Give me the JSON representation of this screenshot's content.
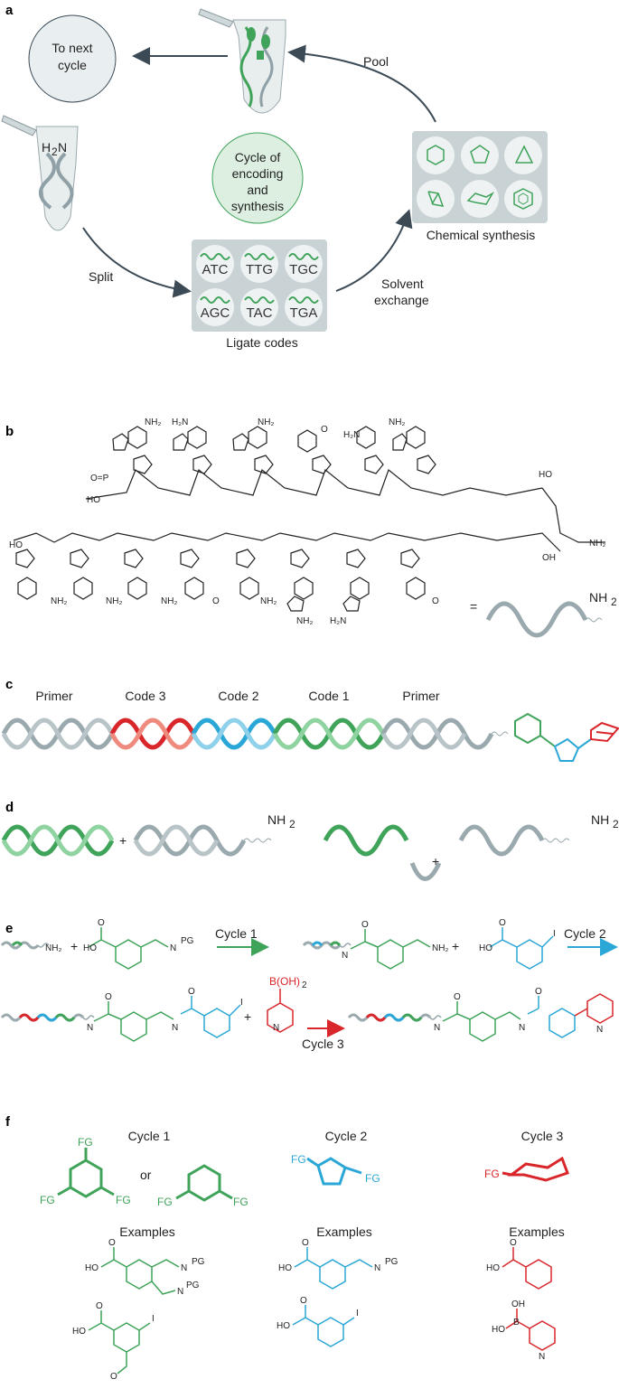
{
  "panels": {
    "a": "a",
    "b": "b",
    "c": "c",
    "d": "d",
    "e": "e",
    "f": "f"
  },
  "panel_a": {
    "next_cycle_line1": "To next",
    "next_cycle_line2": "cycle",
    "center_line1": "Cycle of",
    "center_line2": "encoding",
    "center_line3": "and",
    "center_line4": "synthesis",
    "pool": "Pool",
    "split": "Split",
    "solvent_line1": "Solvent",
    "solvent_line2": "exchange",
    "chemical_synthesis": "Chemical synthesis",
    "ligate_codes": "Ligate codes",
    "tube_label": "H",
    "tube_label_sub": "2",
    "tube_label_n": "N",
    "codes": [
      "ATC",
      "TTG",
      "TGC",
      "AGC",
      "TAC",
      "TGA"
    ]
  },
  "panel_b": {
    "equals": "=",
    "nh2": "NH",
    "nh2_sub": "2"
  },
  "panel_c": {
    "segments": [
      "Primer",
      "Code 3",
      "Code 2",
      "Code 1",
      "Primer"
    ]
  },
  "panel_d": {
    "plus": "+",
    "nh2": "NH",
    "nh2_sub": "2"
  },
  "panel_e": {
    "cycle1": "Cycle 1",
    "cycle2": "Cycle 2",
    "cycle3": "Cycle 3",
    "plus": "+",
    "boronic": "B(OH)",
    "boronic_sub": "2"
  },
  "panel_f": {
    "cycle1": "Cycle 1",
    "cycle2": "Cycle 2",
    "cycle3": "Cycle 3",
    "or": "or",
    "examples": "Examples",
    "fg": "FG",
    "pg": "PG"
  },
  "colors": {
    "green": "#3fa35a",
    "blue": "#2aa7d6",
    "red": "#d9262b",
    "grey": "#9aa9ae",
    "tray": "#c9d2d4",
    "circle": "#e9eef0",
    "center": "#dcefe0",
    "arrow": "#3b4a55"
  }
}
